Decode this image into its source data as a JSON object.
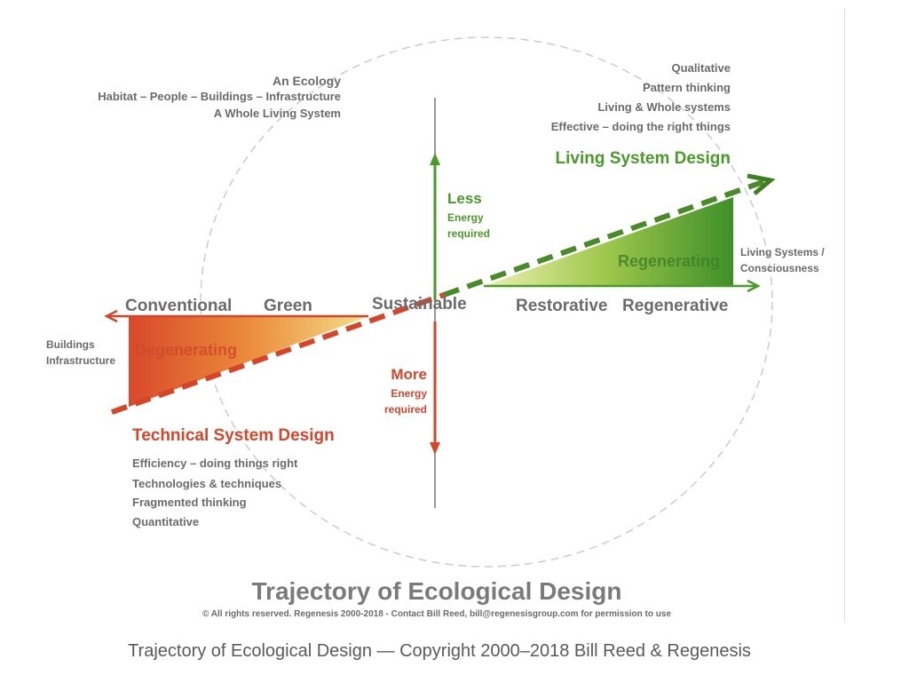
{
  "diagram": {
    "ecology": {
      "title": "An Ecology",
      "line1": "Habitat – People – Buildings – Infrastructure",
      "line2": "A Whole Living System"
    },
    "living": {
      "q1": "Qualitative",
      "q2": "Pattern thinking",
      "q3": "Living & Whole systems",
      "q4": "Effective – doing the right things",
      "title": "Living System Design"
    },
    "less": {
      "title": "Less",
      "line1": "Energy",
      "line2": "required"
    },
    "more": {
      "title": "More",
      "line1": "Energy",
      "line2": "required"
    },
    "regenerating": "Regenerating",
    "degenerating": "Degenerating",
    "living_systems": {
      "line1": "Living Systems /",
      "line2": "Consciousness"
    },
    "buildings": {
      "line1": "Buildings",
      "line2": "Infrastructure"
    },
    "stages": {
      "conventional": "Conventional",
      "green": "Green",
      "sustainable": "Sustainable",
      "restorative": "Restorative",
      "regenerative": "Regenerative"
    },
    "technical": {
      "title": "Technical System Design",
      "q1": "Efficiency – doing things right",
      "q2": "Technologies & techniques",
      "q3": "Fragmented thinking",
      "q4": "Quantitative"
    },
    "title": "Trajectory of Ecological Design",
    "copyright": "© All rights reserved.  Regenesis 2000-2018 - Contact Bill Reed, bill@regenesisgroup.com for permission to use",
    "colors": {
      "green": "#4a9a2a",
      "red": "#d4452a",
      "gray": "#6b6b6b"
    }
  },
  "caption": "Trajectory of Ecological Design — Copyright 2000–2018 Bill Reed & Regenesis"
}
